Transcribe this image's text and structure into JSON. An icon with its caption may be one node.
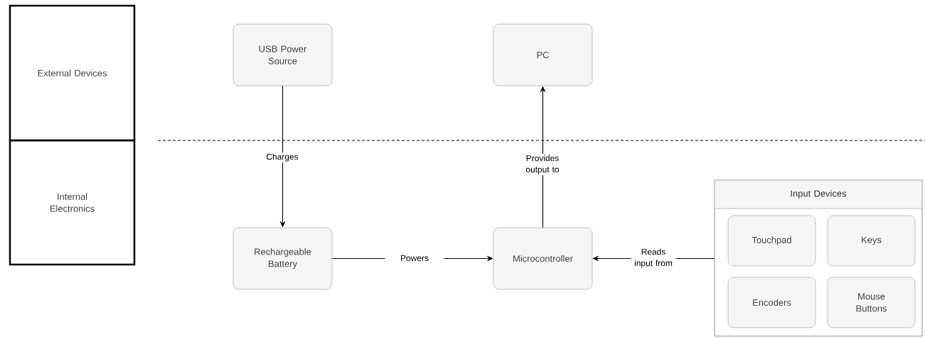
{
  "diagram": {
    "nodes": [
      {
        "text": [
          "External Devices"
        ]
      },
      {
        "text": [
          "Internal Electronics"
        ]
      },
      {
        "text": [
          "USB Power Source"
        ]
      },
      {
        "text": [
          "PC"
        ]
      },
      {
        "text": [
          "Rechargeable Battery"
        ]
      },
      {
        "text": [
          "Microcontroller"
        ]
      },
      {
        "text": [
          "Input Devices"
        ]
      },
      {
        "text": [
          "Touchpad"
        ],
        "in": 6
      },
      {
        "text": [
          "Keys"
        ],
        "in": 6
      },
      {
        "text": [
          "Encoders"
        ],
        "in": 6
      },
      {
        "text": [
          "Mouse Buttons"
        ],
        "in": 6
      }
    ],
    "edges": [
      {
        "from": 2,
        "to": 4,
        "arrow": "to",
        "label": "Charges"
      },
      {
        "from": 4,
        "to": 5,
        "arrow": "to",
        "label": "Powers"
      },
      {
        "from": 5,
        "to": 3,
        "arrow": "to",
        "label": "Provides output to"
      },
      {
        "from": 6,
        "to": 5,
        "arrow": "to",
        "label": "Reads input from"
      }
    ]
  }
}
